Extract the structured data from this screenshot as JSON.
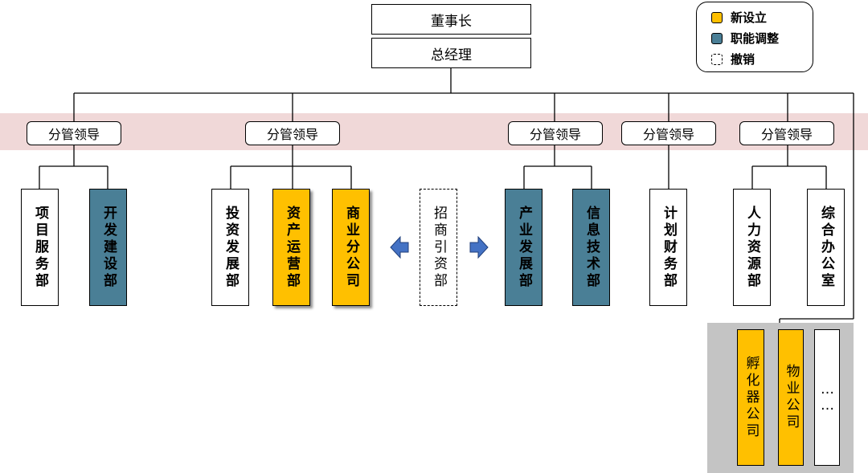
{
  "top": {
    "chairman": "董事长",
    "general_manager": "总经理"
  },
  "managers": [
    "分管领导",
    "分管领导",
    "分管领导",
    "分管领导",
    "分管领导"
  ],
  "departments": {
    "project_service": "项目服务部",
    "dev_construction": "开发建设部",
    "invest_dev": "投资发展部",
    "asset_ops": "资产运营部",
    "commercial_co": "商业分公司",
    "investment_attraction": "招商引资部",
    "industry_dev": "产业发展部",
    "info_tech": "信息技术部",
    "planning_finance": "计划财务部",
    "hr": "人力资源部",
    "general_office": "综合办公室",
    "incubator_co": "孵化器公司",
    "property_co": "物业公司",
    "more": "……"
  },
  "legend": {
    "new": "新设立",
    "adjusted": "职能调整",
    "cancelled": "撤销"
  },
  "colors": {
    "new": "#ffc000",
    "adjusted": "#4a7f96",
    "band": "#f0d8d8",
    "arrow": "#4472c4",
    "panel": "#c4c4c4"
  }
}
